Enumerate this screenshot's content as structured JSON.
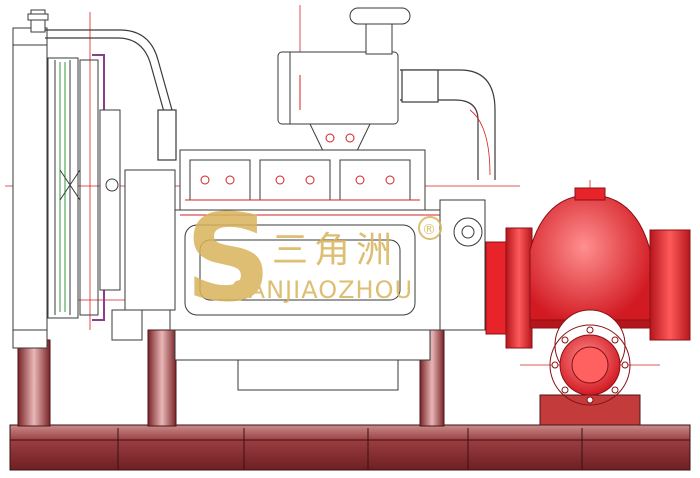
{
  "watermark": {
    "logo_letter": "S",
    "brand_cn": "三角洲",
    "brand_en": "SANJIAOZHOU",
    "registered": "®"
  },
  "colors": {
    "line_dark": "#3a3a3a",
    "guide_red": "#d42020",
    "pump_red": "#e8232a",
    "pump_dark": "#b5161c",
    "pump_light": "#ff7a7a",
    "base_brown": "#8a2f33",
    "base_light": "#c98b8b",
    "watermark_gold": "#d8b35a",
    "cooling_green": "#2f9a3a",
    "belt_purple": "#8a3f8a"
  },
  "icons": {
    "logo": "sanjiaozhou-logo",
    "pump": "split-case-pump-icon",
    "engine": "diesel-engine-icon"
  }
}
